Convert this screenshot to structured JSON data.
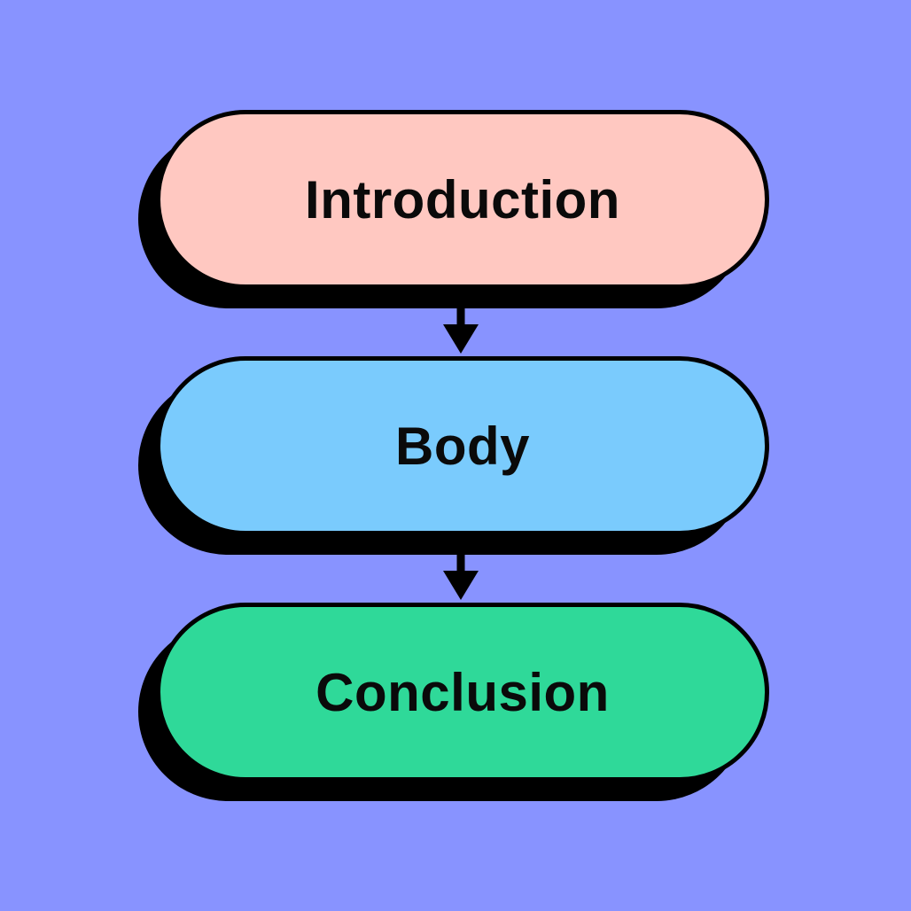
{
  "diagram": {
    "background_color": "#8893ff",
    "steps": [
      {
        "label": "Introduction",
        "color": "#ffc8c1"
      },
      {
        "label": "Body",
        "color": "#7acbfd"
      },
      {
        "label": "Conclusion",
        "color": "#2fd999"
      }
    ],
    "connectors": [
      {
        "from": "Introduction",
        "to": "Body"
      },
      {
        "from": "Body",
        "to": "Conclusion"
      }
    ]
  }
}
